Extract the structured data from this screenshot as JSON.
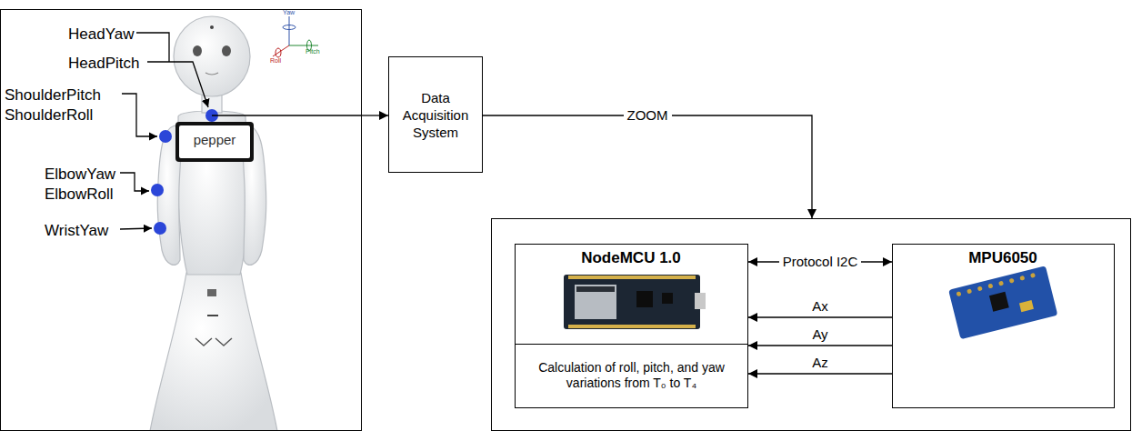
{
  "diagram": {
    "nodes": [
      {
        "text": [
          "HeadYaw",
          "HeadPitch",
          "ShoulderPitch",
          "ShoulderRoll",
          "ElbowYaw",
          "ElbowRoll",
          "WristYaw"
        ]
      },
      {
        "text": [
          "Data Acquisition System"
        ]
      },
      {
        "text": []
      },
      {
        "text": [
          "NodeMCU 1.0",
          "Calculation of roll, pitch, and yaw variations from T₀ to T₄"
        ],
        "in": 2
      },
      {
        "text": [
          "MPU6050"
        ],
        "in": 2
      }
    ],
    "edges": [
      {
        "from": 0,
        "to": 1,
        "arrow": "to"
      },
      {
        "from": 1,
        "to": 2,
        "label": "ZOOM",
        "arrow": "to"
      },
      {
        "from": 3,
        "to": 4,
        "label": "Protocol I2C",
        "arrow": "both"
      },
      {
        "from": 4,
        "to": 3,
        "label": "Ax",
        "arrow": "to"
      },
      {
        "from": 4,
        "to": 3,
        "label": "Ay",
        "arrow": "to"
      },
      {
        "from": 4,
        "to": 3,
        "label": "Az",
        "arrow": "to"
      }
    ],
    "labels": [
      "pepper",
      "Yaw",
      "Pitch",
      "Roll"
    ]
  }
}
